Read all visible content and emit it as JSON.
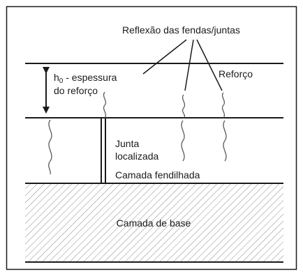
{
  "labels": {
    "title": "Reflexão das fendas/juntas",
    "thickness_symbol": "h",
    "thickness_subscript": "0",
    "thickness_rest": " - espessura",
    "thickness_line2": "do reforço",
    "overlay": "Reforço",
    "joint_line1": "Junta",
    "joint_line2": "localizada",
    "cracked_layer": "Camada fendilhada",
    "base_layer": "Camada de base"
  },
  "colors": {
    "line": "#1a1a1a",
    "hatch": "#8a8a8a",
    "background": "#ffffff"
  }
}
